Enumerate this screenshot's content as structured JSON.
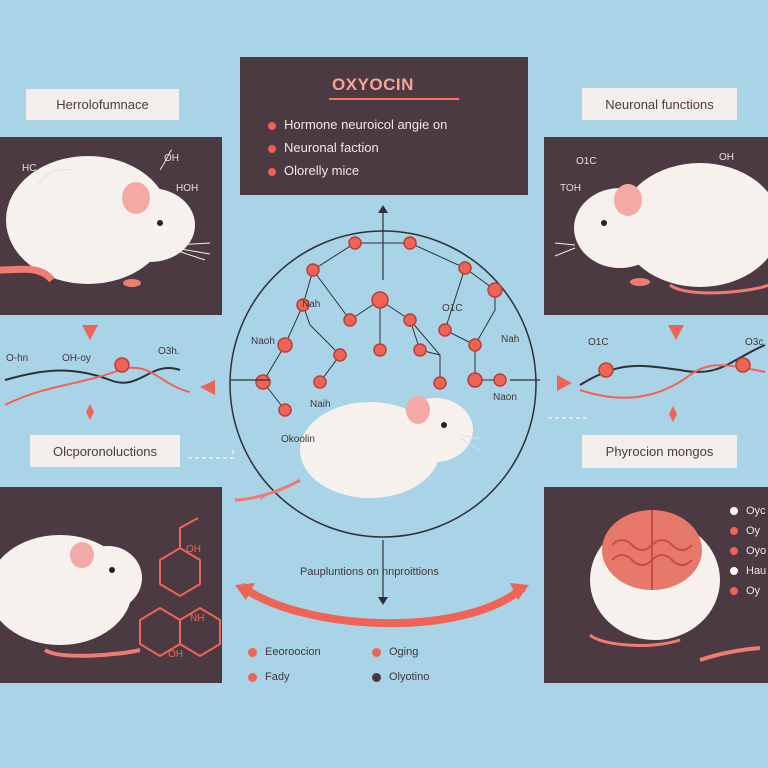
{
  "title_box": {
    "title": "OXYOCIN",
    "bullets": [
      "Hormone neuroicol angie on",
      "Neuronal faction",
      "Olorelly mice"
    ]
  },
  "labels": {
    "top_left": "Herrolofumnace",
    "top_right": "Neuronal functions",
    "bottom_left": "Olcporonoluctions",
    "bottom_right": "Phyrocion mongos"
  },
  "chem_labels": {
    "tl_hc": "HC",
    "tl_oh": "OH",
    "tl_hoh": "HOH",
    "tr_o1c": "O1C",
    "tr_oh": "OH",
    "tr_toh": "TOH",
    "wave_left_1": "O-hn",
    "wave_left_2": "OH-oy",
    "wave_left_3": "O3h.",
    "wave_right_1": "O1C",
    "wave_right_2": "O3c",
    "bl_oh": "OH",
    "bl_nh": "NH",
    "bl_oh2": "OH"
  },
  "center_labels": {
    "n1": "Nah",
    "n2": "Naoh",
    "n3": "O1C",
    "n4": "Nah",
    "n5": "Naih",
    "n6": "Naon",
    "n7": "Okoolin",
    "bottom_caption": "Paupluntions on nnproittions"
  },
  "legend": [
    {
      "label": "Eeoroocion",
      "color": "#f06456"
    },
    {
      "label": "Oging",
      "color": "#f06456"
    },
    {
      "label": "Fady",
      "color": "#f06456"
    },
    {
      "label": "Olyotino",
      "color": "#4b3a42"
    }
  ],
  "panel_list": [
    {
      "label": "Oyc",
      "color": "#ffffff"
    },
    {
      "label": "Oy",
      "color": "#f06456"
    },
    {
      "label": "Oyo",
      "color": "#f06456"
    },
    {
      "label": "Hau",
      "color": "#ffffff"
    },
    {
      "label": "Oy",
      "color": "#f06456"
    }
  ],
  "colors": {
    "accent": "#f06456",
    "panel": "#4b3a42",
    "background": "#a9d3e6"
  }
}
